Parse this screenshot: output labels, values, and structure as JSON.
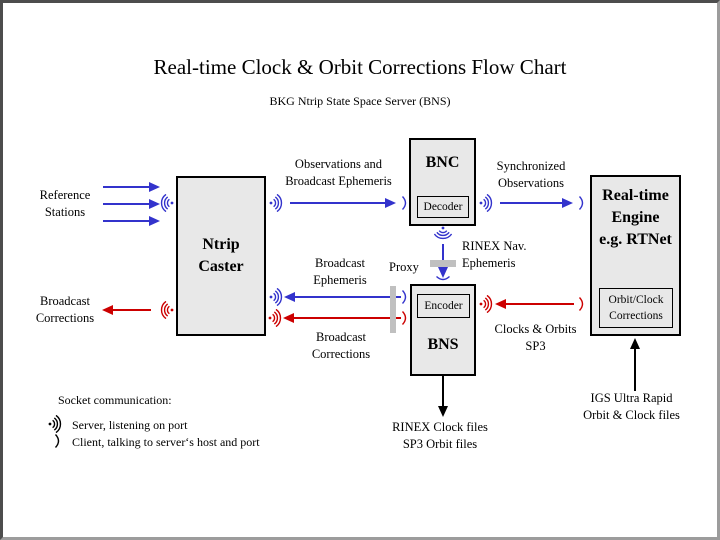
{
  "title": "Real-time Clock & Orbit Corrections Flow Chart",
  "subtitle": "BKG Ntrip State Space Server  (BNS)",
  "colors": {
    "blue": "#3333cc",
    "red": "#cc0000",
    "box_fill": "#e8e8e8",
    "proxy_bar": "#c0c0c0"
  },
  "boxes": {
    "ntrip_caster": {
      "lines": [
        "Ntrip",
        "Caster"
      ]
    },
    "bnc": {
      "title": "BNC",
      "sub": "Decoder"
    },
    "bns": {
      "title": "BNS",
      "sub": "Encoder"
    },
    "engine": {
      "lines": [
        "Real-time",
        "Engine",
        "e.g. RTNet"
      ],
      "sub_lines": [
        "Orbit/Clock",
        "Corrections"
      ]
    }
  },
  "labels": {
    "reference_stations": [
      "Reference",
      "Stations"
    ],
    "broadcast_corrections_left": [
      "Broadcast",
      "Corrections"
    ],
    "observations_broadcast": [
      "Observations and",
      "Broadcast Ephemeris"
    ],
    "synchronized_observations": [
      "Synchronized",
      "Observations"
    ],
    "broadcast_ephemeris": [
      "Broadcast",
      "Ephemeris"
    ],
    "proxy": "Proxy",
    "rinex_nav_ephemeris": [
      "RINEX Nav.",
      "Ephemeris"
    ],
    "broadcast_corrections_mid": [
      "Broadcast",
      "Corrections"
    ],
    "clocks_orbits_sp3": [
      "Clocks & Orbits",
      "SP3"
    ],
    "rinex_clock_files": [
      "RINEX Clock files",
      "SP3 Orbit files"
    ],
    "igs_ultra_rapid": [
      "IGS Ultra Rapid",
      "Orbit & Clock files"
    ]
  },
  "legend": {
    "heading": "Socket communication:",
    "server": "Server, listening on port",
    "client": "Client, talking to server‘s host and port"
  }
}
